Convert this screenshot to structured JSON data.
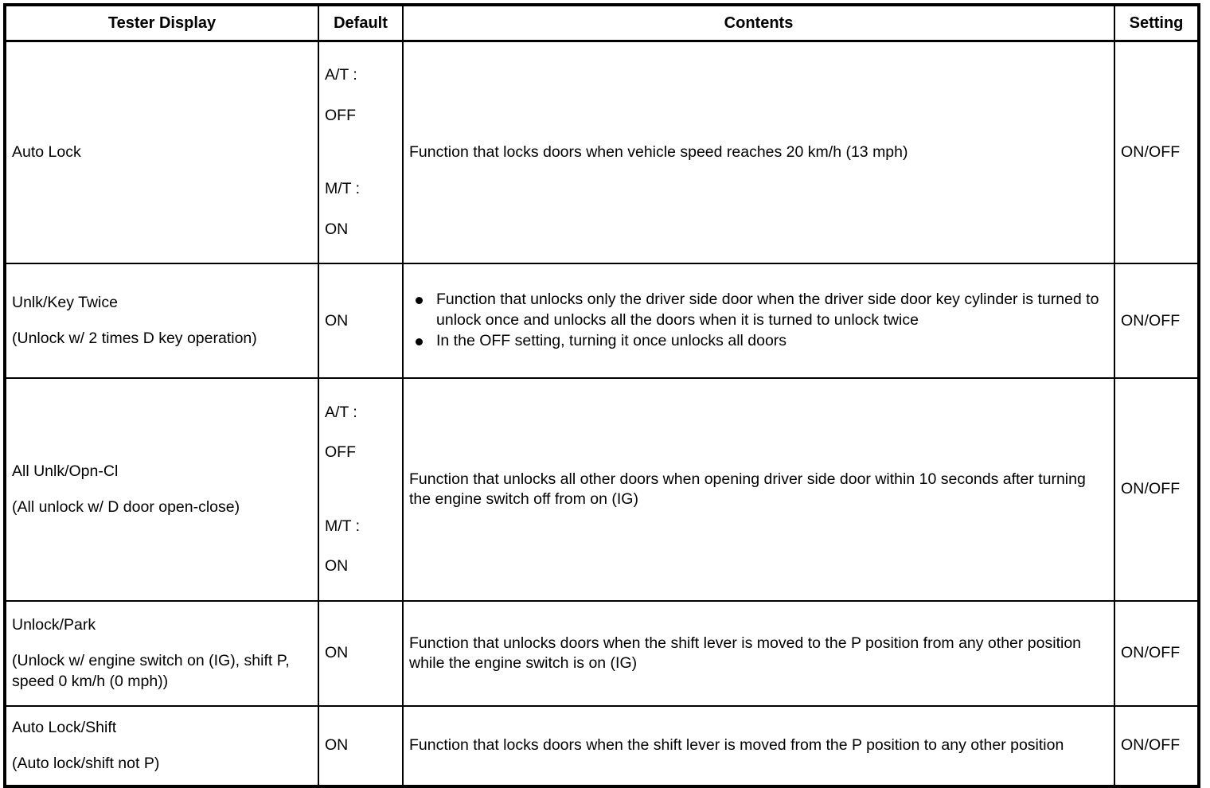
{
  "table": {
    "headers": [
      {
        "key": "display",
        "label": "Tester Display"
      },
      {
        "key": "default",
        "label": "Default"
      },
      {
        "key": "contents",
        "label": "Contents"
      },
      {
        "key": "setting",
        "label": "Setting"
      }
    ],
    "rows": [
      {
        "display_main": "Auto Lock",
        "display_sub": "",
        "default_line1": "A/T :",
        "default_line2": "OFF",
        "default_line3": "M/T :",
        "default_line4": "ON",
        "contents_text": "Function that locks doors when vehicle speed reaches 20 km/h (13 mph)",
        "contents_bullets": [],
        "setting": "ON/OFF"
      },
      {
        "display_main": "Unlk/Key Twice",
        "display_sub": "(Unlock w/ 2 times D key operation)",
        "default_line1": "ON",
        "default_line2": "",
        "default_line3": "",
        "default_line4": "",
        "contents_text": "",
        "contents_bullets": [
          "Function that unlocks only the driver side door when the driver side door key cylinder is turned to unlock once and unlocks all the doors when it is turned to unlock twice",
          "In the OFF setting, turning it once unlocks all doors"
        ],
        "setting": "ON/OFF"
      },
      {
        "display_main": "All Unlk/Opn-Cl",
        "display_sub": "(All unlock w/ D door open-close)",
        "default_line1": "A/T :",
        "default_line2": "OFF",
        "default_line3": "M/T :",
        "default_line4": "ON",
        "contents_text": "Function that unlocks all other doors when opening driver side door within 10 seconds after turning the engine switch off from on (IG)",
        "contents_bullets": [],
        "setting": "ON/OFF"
      },
      {
        "display_main": "Unlock/Park",
        "display_sub": "(Unlock w/ engine switch on (IG), shift P, speed 0 km/h (0 mph))",
        "default_line1": "ON",
        "default_line2": "",
        "default_line3": "",
        "default_line4": "",
        "contents_text": "Function that unlocks doors when the shift lever is moved to the P position from any other position while the engine switch is on (IG)",
        "contents_bullets": [],
        "setting": "ON/OFF"
      },
      {
        "display_main": "Auto Lock/Shift",
        "display_sub": "(Auto lock/shift not P)",
        "default_line1": "ON",
        "default_line2": "",
        "default_line3": "",
        "default_line4": "",
        "contents_text": "Function that locks doors when the shift lever is moved from the P position to any other position",
        "contents_bullets": [],
        "setting": "ON/OFF"
      }
    ]
  }
}
